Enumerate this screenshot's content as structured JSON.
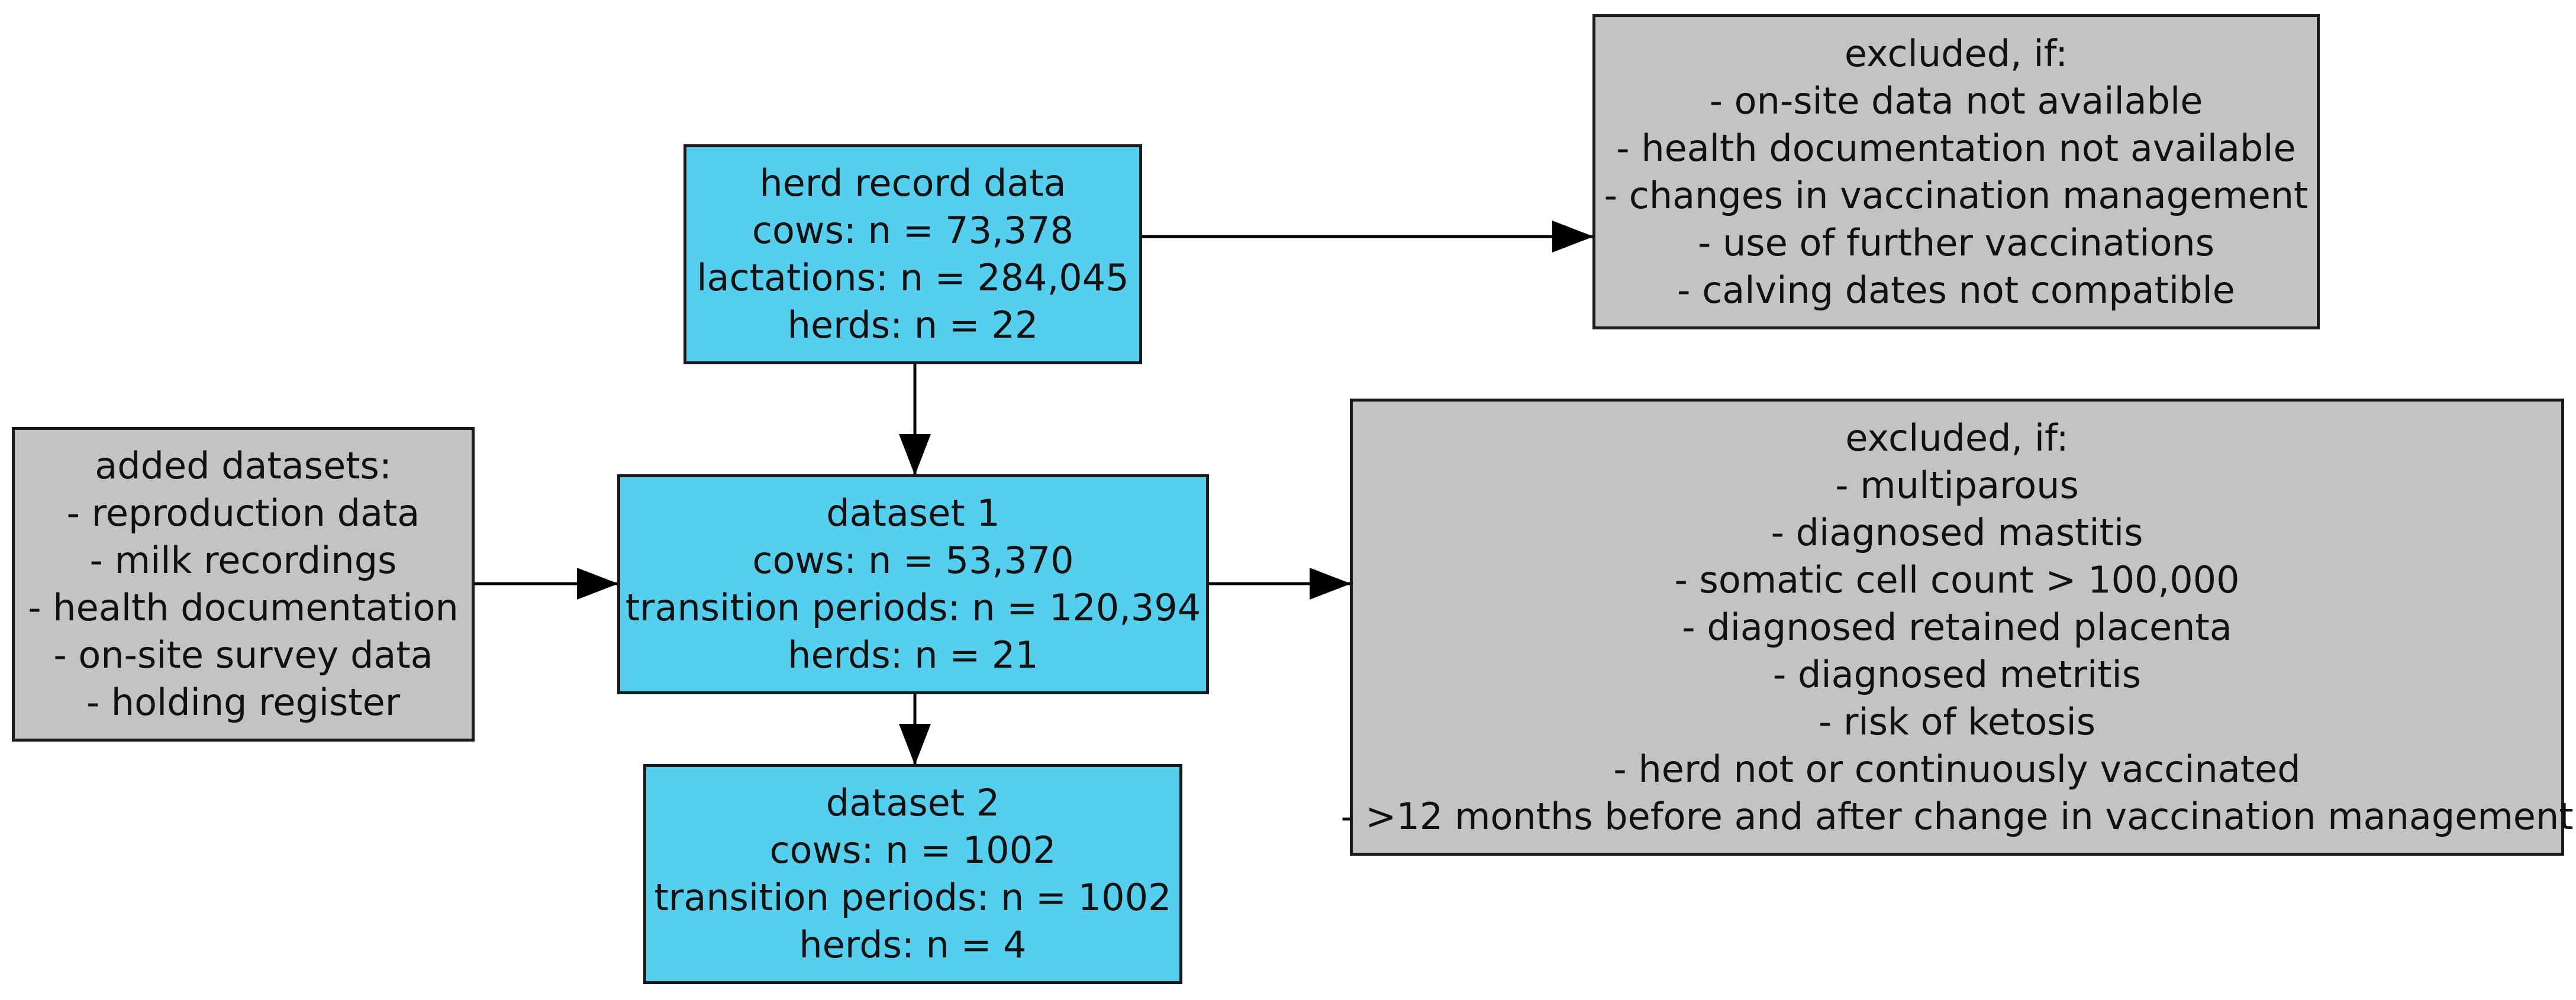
{
  "nodes": {
    "herd_record": {
      "lines": [
        "herd record data",
        "cows: n = 73,378",
        "lactations: n = 284,045",
        "herds: n = 22"
      ]
    },
    "dataset1": {
      "lines": [
        "dataset 1",
        "cows: n = 53,370",
        "transition periods: n = 120,394",
        "herds: n = 21"
      ]
    },
    "dataset2": {
      "lines": [
        "dataset 2",
        "cows: n = 1002",
        "transition periods: n = 1002",
        "herds: n = 4"
      ]
    },
    "added": {
      "lines": [
        "added datasets:",
        "- reproduction data",
        "- milk recordings",
        "- health documentation",
        "- on-site survey data",
        "- holding register"
      ]
    },
    "excluded1": {
      "lines": [
        "excluded, if:",
        "- on-site data not available",
        "- health documentation not available",
        "- changes in vaccination management",
        "- use of further vaccinations",
        "- calving dates not compatible"
      ]
    },
    "excluded2": {
      "lines": [
        "excluded, if:",
        "- multiparous",
        "- diagnosed mastitis",
        "- somatic cell count > 100,000",
        "- diagnosed retained placenta",
        "- diagnosed metritis",
        "- risk of ketosis",
        "- herd not or continuously vaccinated",
        "- >12 months before and after change in vaccination management"
      ]
    }
  },
  "edges": [
    {
      "from": "herd_record",
      "to": "excluded1"
    },
    {
      "from": "herd_record",
      "to": "dataset1"
    },
    {
      "from": "added",
      "to": "dataset1"
    },
    {
      "from": "dataset1",
      "to": "excluded2"
    },
    {
      "from": "dataset1",
      "to": "dataset2"
    }
  ],
  "colors": {
    "dataset_fill": "#56cfee",
    "excluded_fill": "#c3c3c3",
    "border": "#1a1a1a",
    "arrow": "#000000"
  }
}
